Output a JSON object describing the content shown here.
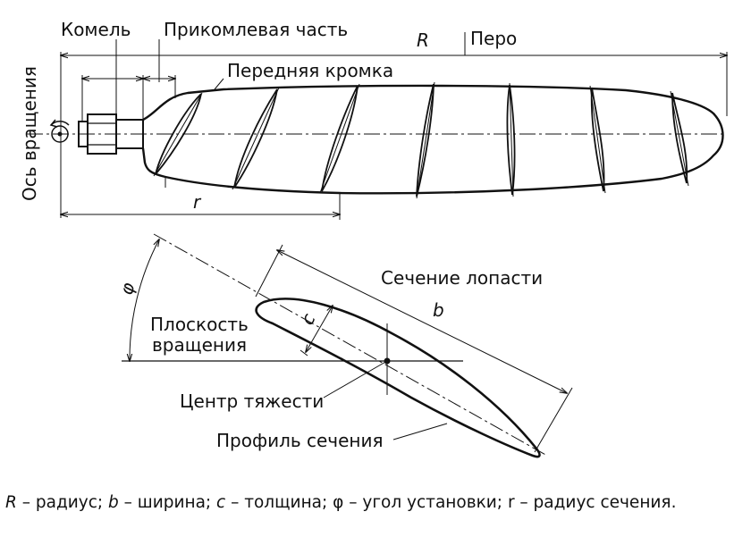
{
  "blade": {
    "komel": "Комель",
    "prikomlevaya": "Прикомлевая часть",
    "R": "R",
    "pero": "Перо",
    "perednyaya_kromka": "Передняя кромка",
    "os_vrascheniya": "Ось вращения",
    "r": "r"
  },
  "section": {
    "phi": "φ",
    "sechenie_lopasti": "Сечение лопасти",
    "b": "b",
    "c": "c",
    "ploskost_line1": "Плоскость",
    "ploskost_line2": "вращения",
    "centr_tyazhesti": "Центр тяжести",
    "profil_secheniya": "Профиль сечения"
  },
  "legend": {
    "R_sym": "R",
    "R_text": " – радиус; ",
    "b_sym": "b",
    "b_text": " – ширина; ",
    "c_sym": "c",
    "c_text": " – толщина; ",
    "phi_sym": "φ",
    "phi_text": " – угол установки; ",
    "r_sym": "r",
    "r_text": " – радиус сечения."
  }
}
